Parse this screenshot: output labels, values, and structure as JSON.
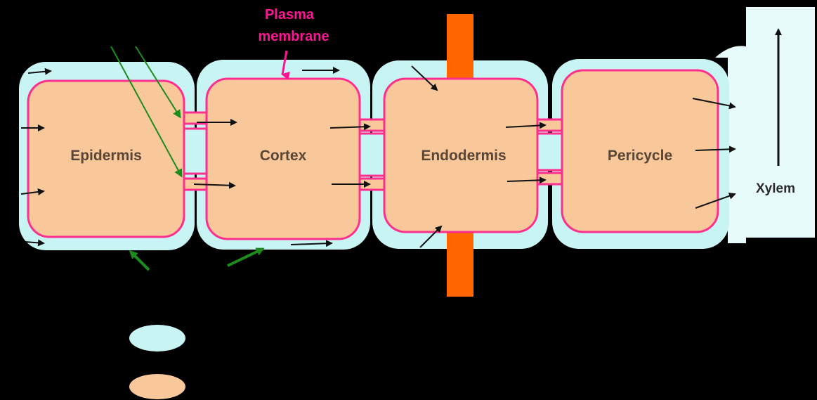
{
  "diagram": {
    "cells": [
      {
        "id": "epidermis",
        "label": "Epidermis"
      },
      {
        "id": "cortex",
        "label": "Cortex"
      },
      {
        "id": "endodermis",
        "label": "Endodermis"
      },
      {
        "id": "pericycle",
        "label": "Pericycle"
      }
    ],
    "xylem_label": "Xylem",
    "membrane_label_line1": "Plasma",
    "membrane_label_line2": "membrane",
    "colors": {
      "background": "#000000",
      "cell_wall": "#c8f4f4",
      "cytoplasm": "#f8c89a",
      "plasma_membrane": "#ff2f8f",
      "casparian_strip": "#ff6600",
      "arrow_symplast": "#111111",
      "arrow_apoplast": "#1c8c1c",
      "xylem": "#e8fbfb"
    },
    "legend": [
      {
        "id": "cell-wall-swatch",
        "color": "#c8f4f4"
      },
      {
        "id": "cytoplasm-swatch",
        "color": "#f8c89a"
      }
    ]
  }
}
